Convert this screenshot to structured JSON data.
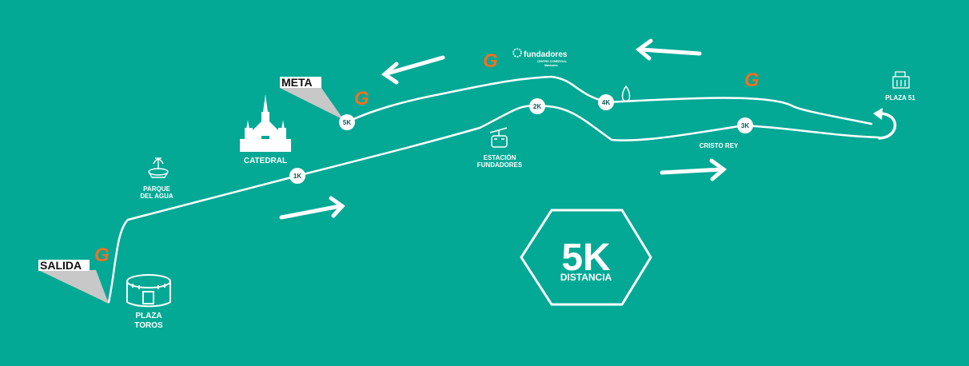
{
  "route": {
    "distance_big": "5K",
    "distance_word": "DISTANCIA",
    "start_label": "SALIDA",
    "finish_label": "META"
  },
  "km_markers": [
    "1K",
    "2K",
    "3K",
    "4K",
    "5K"
  ],
  "hydration_mark": "G",
  "landmarks": {
    "plaza_toros": [
      "PLAZA",
      "TOROS"
    ],
    "parque_agua": [
      "PARQUE",
      "DEL AGUA"
    ],
    "catedral": "CATEDRAL",
    "estacion": [
      "ESTACIÓN",
      "FUNDADORES"
    ],
    "cristo_rey": "CRISTO REY",
    "plaza51": "PLAZA 51"
  },
  "sponsor": {
    "name": "fundadores",
    "tagline": "CENTRO COMERCIAL",
    "sub": "Manizales"
  },
  "colors": {
    "background": "#03a995",
    "route": "#ffffff",
    "hydration": "#f36f21",
    "flag_bg": "#ffffff"
  },
  "icons": [
    "bullring-icon",
    "fountain-icon",
    "cathedral-icon",
    "cable-car-icon",
    "water-drop-icon",
    "building-icon",
    "direction-arrow-icon",
    "u-turn-icon",
    "hydration-icon"
  ]
}
